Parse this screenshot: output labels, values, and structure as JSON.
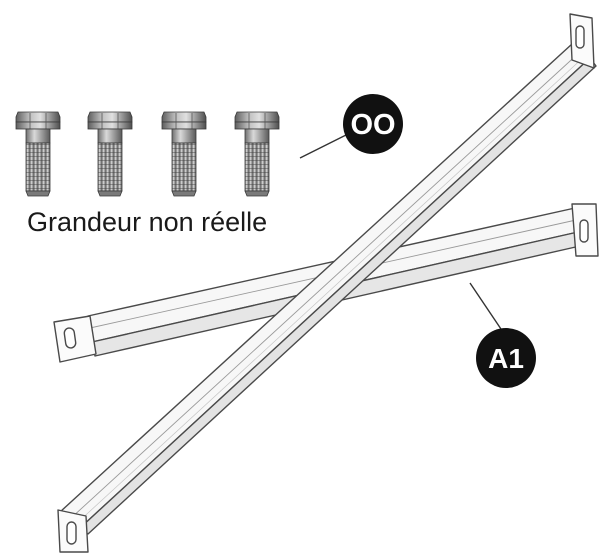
{
  "diagram": {
    "scale_note": "Grandeur non réelle",
    "parts": [
      {
        "id": "OO",
        "label": "OO",
        "name": "bolt",
        "quantity": 4
      },
      {
        "id": "A1",
        "label": "A1",
        "name": "bracket",
        "quantity": 2
      }
    ],
    "colors": {
      "outline": "#4a4a4a",
      "callout_fill": "#111111",
      "callout_text": "#ffffff",
      "metal_light": "#f5f5f5",
      "metal_shade": "#c9c9c9"
    }
  }
}
